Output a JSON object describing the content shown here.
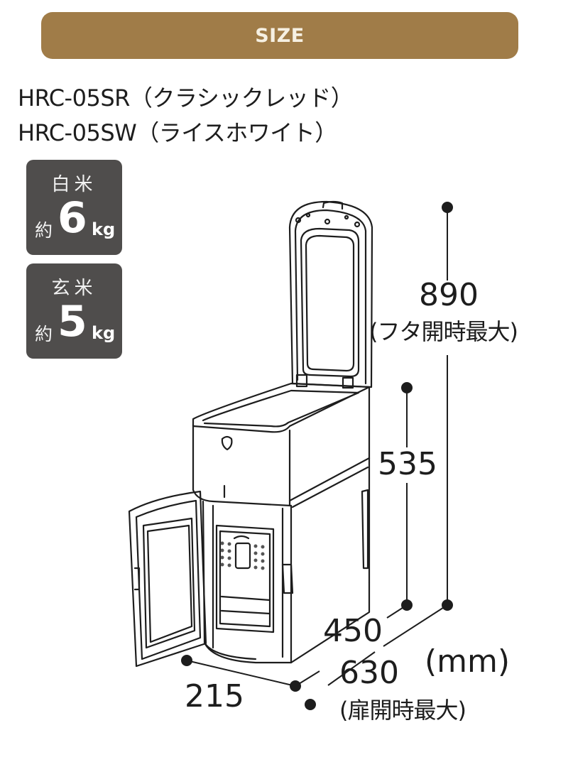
{
  "header": {
    "title": "SIZE",
    "bar_color": "#a07c48"
  },
  "models": [
    {
      "code": "HRC-05SR",
      "color_name": "（クラシックレッド）",
      "label": "HRC-05SR（クラシックレッド）"
    },
    {
      "code": "HRC-05SW",
      "color_name": "（ライスホワイト）",
      "label": "HRC-05SW（ライスホワイト）"
    }
  ],
  "capacity_badges": [
    {
      "kind": "白米",
      "approx": "約",
      "value": "6",
      "unit": "kg"
    },
    {
      "kind": "玄米",
      "approx": "約",
      "value": "5",
      "unit": "kg"
    }
  ],
  "dimensions": {
    "height_lid_open": {
      "value": "890",
      "note": "(フタ開時最大)"
    },
    "height": {
      "value": "535"
    },
    "depth": {
      "value": "450"
    },
    "depth_door_open": {
      "value": "630",
      "note": "(扉開時最大)"
    },
    "width": {
      "value": "215"
    },
    "unit": "(mm)"
  },
  "colors": {
    "badge_bg": "#4f4d4c",
    "line": "#1d1d1d"
  }
}
